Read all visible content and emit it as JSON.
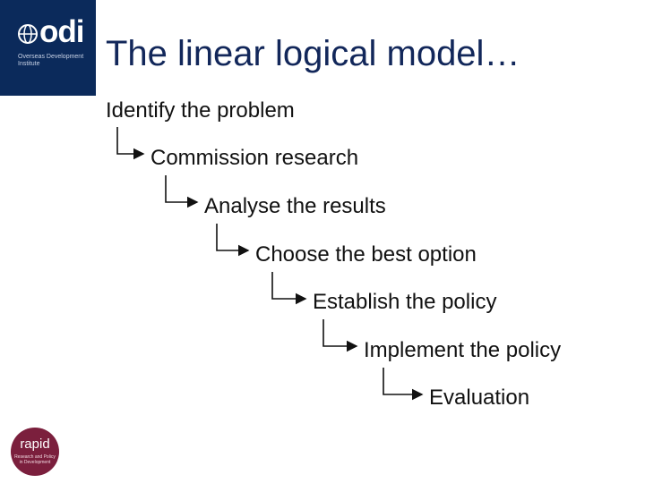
{
  "logo": {
    "wordmark": "odi",
    "subtitle": "Overseas Development Institute"
  },
  "badge": {
    "wordmark": "rapid",
    "subtitle": "Research and Policy in Development"
  },
  "title": "The linear logical model…",
  "steps": [
    "Identify the problem",
    "Commission research",
    "Analyse the results",
    "Choose the best option",
    "Establish the policy",
    "Implement the policy",
    "Evaluation"
  ],
  "colors": {
    "title": "#12275a",
    "odi_block": "#0b2a5b",
    "rapid_badge": "#7b1f3d",
    "text": "#111111"
  }
}
